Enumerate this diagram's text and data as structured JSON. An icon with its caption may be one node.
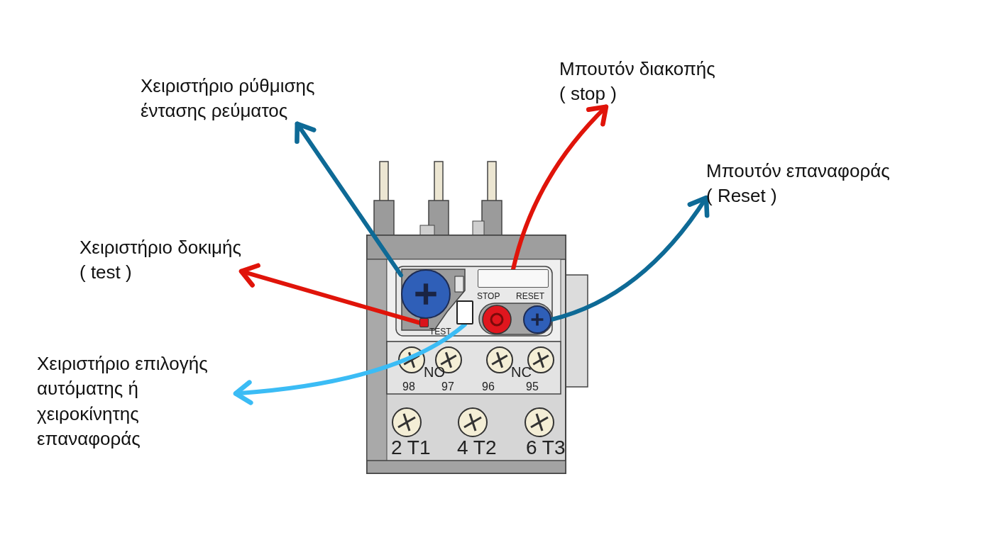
{
  "diagram": {
    "nodes": [
      {
        "text": [
          "Χειριστήριο ρύθμισης έντασης ρεύματος"
        ]
      },
      {
        "text": [
          "Μπουτόν διακοπής",
          "( stop )"
        ]
      },
      {
        "text": [
          "Μπουτόν επαναφοράς",
          "( Reset )"
        ]
      },
      {
        "text": [
          "Χειριστήριο δοκιμής",
          "( test )"
        ]
      },
      {
        "text": [
          "Χειριστήριο επιλογής αυτόματης ή χειροκίνητης επαναφοράς"
        ]
      },
      {
        "text": [],
        "shape": "circle"
      },
      {
        "text": [],
        "shape": "box"
      },
      {
        "text": [],
        "shape": "circle"
      },
      {
        "text": [],
        "shape": "box"
      },
      {
        "text": [],
        "shape": "box"
      }
    ],
    "edges": [
      {
        "from": 5,
        "to": 0,
        "arrow": "to",
        "color": "#0e6a96"
      },
      {
        "from": 6,
        "to": 1,
        "arrow": "to",
        "color": "#e0140a"
      },
      {
        "from": 7,
        "to": 2,
        "arrow": "to",
        "color": "#0e6a96"
      },
      {
        "from": 8,
        "to": 3,
        "arrow": "to",
        "color": "#e0140a"
      },
      {
        "from": 9,
        "to": 4,
        "arrow": "to",
        "color": "#3bbcf5"
      }
    ],
    "labels": [
      "STOP",
      "RESET",
      "TEST",
      "NO",
      "NC",
      "98",
      "97",
      "96",
      "95",
      "2 T1",
      "4 T2",
      "6 T3"
    ]
  }
}
